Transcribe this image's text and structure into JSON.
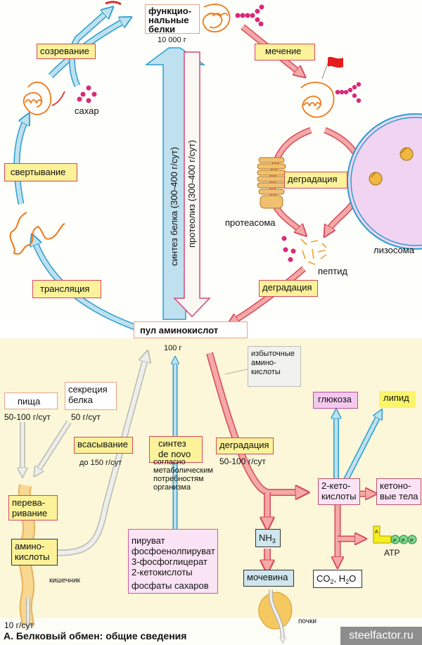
{
  "caption": "А. Белковый обмен: общие сведения",
  "watermark": "steelfactor.ru",
  "colors": {
    "synthesis_arrow": "#bfe0ef",
    "synthesis_stroke": "#2a9fd0",
    "degradation_arrow": "#f4a9a5",
    "degradation_stroke": "#d8475e",
    "label_box_fill": "#fbf29a",
    "label_box_border": "#d8475e",
    "lysosome_fill": "#f1d4f1",
    "lysosome_border": "#2a9fd0"
  },
  "cycle": {
    "functional_proteins": {
      "label": [
        "функцио-",
        "нальные",
        "белки"
      ],
      "amount": "10 000 г"
    },
    "amino_acid_pool": {
      "label": "пул аминокислот",
      "amount": "100 г"
    },
    "steps": {
      "maturation": "созревание",
      "labeling": "мечение",
      "folding": "свертывание",
      "translation": "трансляция",
      "degradation_proteasome": "деградация",
      "degradation_peptide": "деградация"
    },
    "sugar": "сахар",
    "proteasome": "протеасома",
    "lysosome": "лизосома",
    "peptide": "пептид",
    "synthesis_flux": "синтез белка (300-400 г/сут)",
    "proteolysis_flux": "протеолиз (300-400 г/сут)"
  },
  "lower": {
    "food": {
      "label": "пища",
      "amount": "50-100 г/сут"
    },
    "protein_secretion": {
      "label": [
        "секреция",
        "белка"
      ],
      "amount": "50 г/сут"
    },
    "absorption": {
      "label": "всасывание",
      "amount": "до 150 г/сут"
    },
    "de_novo": {
      "label": [
        "синтез",
        "de novo"
      ],
      "note": [
        "согласно",
        "метаболическим",
        "потребностям",
        "организма"
      ]
    },
    "degradation": {
      "label": "деградация",
      "amount": "50-100 г/сут"
    },
    "excess_amino_acids": [
      "избыточные",
      "амино-",
      "кислоты"
    ],
    "digestion": [
      "перева-",
      "ривание"
    ],
    "amino_acids": [
      "амино-",
      "кислоты"
    ],
    "intestine": "кишечник",
    "intestine_loss": "10 г/сут",
    "precursors": [
      "пируват",
      "фосфоенолпируват",
      "3-фосфоглицерат",
      "2-кетокислоты",
      "фосфаты сахаров"
    ],
    "glucose": "глюкоза",
    "lipid": "липид",
    "keto_acids": [
      "2-кето-",
      "кислоты"
    ],
    "ketone_bodies": [
      "кетоно-",
      "вые тела"
    ],
    "nh3": {
      "main": "NH",
      "sub": "3"
    },
    "urea": "мочевина",
    "co2_h2o": {
      "a": "CO",
      "a_sub": "2",
      "b": ", H",
      "b_sub": "2",
      "c": "O"
    },
    "atp": "ATP",
    "atp_adenine": "A",
    "atp_phosphates": [
      "P",
      "P",
      "P"
    ],
    "kidneys": "почки"
  }
}
